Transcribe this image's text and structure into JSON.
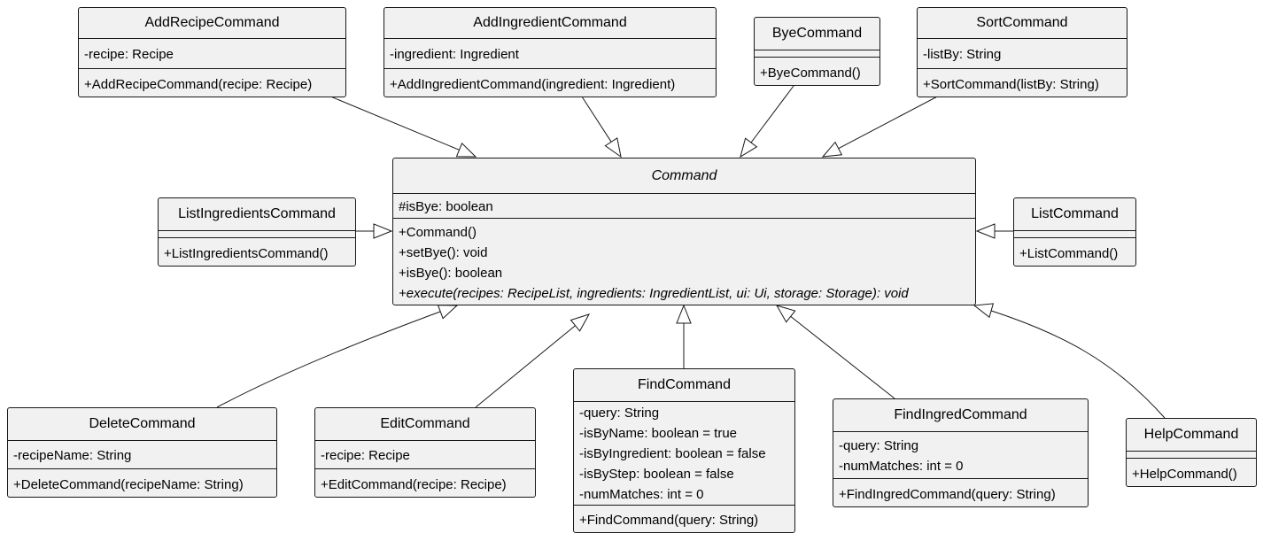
{
  "classes": {
    "add_recipe": {
      "name": "AddRecipeCommand",
      "fields": [
        "-recipe: Recipe"
      ],
      "methods": [
        "+AddRecipeCommand(recipe: Recipe)"
      ]
    },
    "add_ingredient": {
      "name": "AddIngredientCommand",
      "fields": [
        "-ingredient: Ingredient"
      ],
      "methods": [
        "+AddIngredientCommand(ingredient: Ingredient)"
      ]
    },
    "bye": {
      "name": "ByeCommand",
      "fields": [],
      "methods": [
        "+ByeCommand()"
      ]
    },
    "sort": {
      "name": "SortCommand",
      "fields": [
        "-listBy: String"
      ],
      "methods": [
        "+SortCommand(listBy: String)"
      ]
    },
    "command": {
      "name": "Command",
      "abstract": true,
      "fields": [
        "#isBye: boolean"
      ],
      "methods": [
        "+Command()",
        "+setBye(): void",
        "+isBye(): boolean",
        "+execute(recipes: RecipeList, ingredients: IngredientList, ui: Ui, storage: Storage): void"
      ]
    },
    "list_ingredients": {
      "name": "ListIngredientsCommand",
      "fields": [],
      "methods": [
        "+ListIngredientsCommand()"
      ]
    },
    "list": {
      "name": "ListCommand",
      "fields": [],
      "methods": [
        "+ListCommand()"
      ]
    },
    "delete": {
      "name": "DeleteCommand",
      "fields": [
        "-recipeName: String"
      ],
      "methods": [
        "+DeleteCommand(recipeName: String)"
      ]
    },
    "edit": {
      "name": "EditCommand",
      "fields": [
        "-recipe: Recipe"
      ],
      "methods": [
        "+EditCommand(recipe: Recipe)"
      ]
    },
    "find": {
      "name": "FindCommand",
      "fields": [
        "-query: String",
        "-isByName: boolean = true",
        "-isByIngredient: boolean = false",
        "-isByStep: boolean = false",
        "-numMatches: int = 0"
      ],
      "methods": [
        "+FindCommand(query: String)"
      ]
    },
    "find_ingred": {
      "name": "FindIngredCommand",
      "fields": [
        "-query: String",
        "-numMatches: int = 0"
      ],
      "methods": [
        "+FindIngredCommand(query: String)"
      ]
    },
    "help": {
      "name": "HelpCommand",
      "fields": [],
      "methods": [
        "+HelpCommand()"
      ]
    }
  },
  "relations": [
    {
      "from": "add_recipe",
      "to": "command",
      "type": "inheritance"
    },
    {
      "from": "add_ingredient",
      "to": "command",
      "type": "inheritance"
    },
    {
      "from": "bye",
      "to": "command",
      "type": "inheritance"
    },
    {
      "from": "sort",
      "to": "command",
      "type": "inheritance"
    },
    {
      "from": "list_ingredients",
      "to": "command",
      "type": "inheritance"
    },
    {
      "from": "list",
      "to": "command",
      "type": "inheritance"
    },
    {
      "from": "delete",
      "to": "command",
      "type": "inheritance"
    },
    {
      "from": "edit",
      "to": "command",
      "type": "inheritance"
    },
    {
      "from": "find",
      "to": "command",
      "type": "inheritance"
    },
    {
      "from": "find_ingred",
      "to": "command",
      "type": "inheritance"
    },
    {
      "from": "help",
      "to": "command",
      "type": "inheritance"
    }
  ]
}
